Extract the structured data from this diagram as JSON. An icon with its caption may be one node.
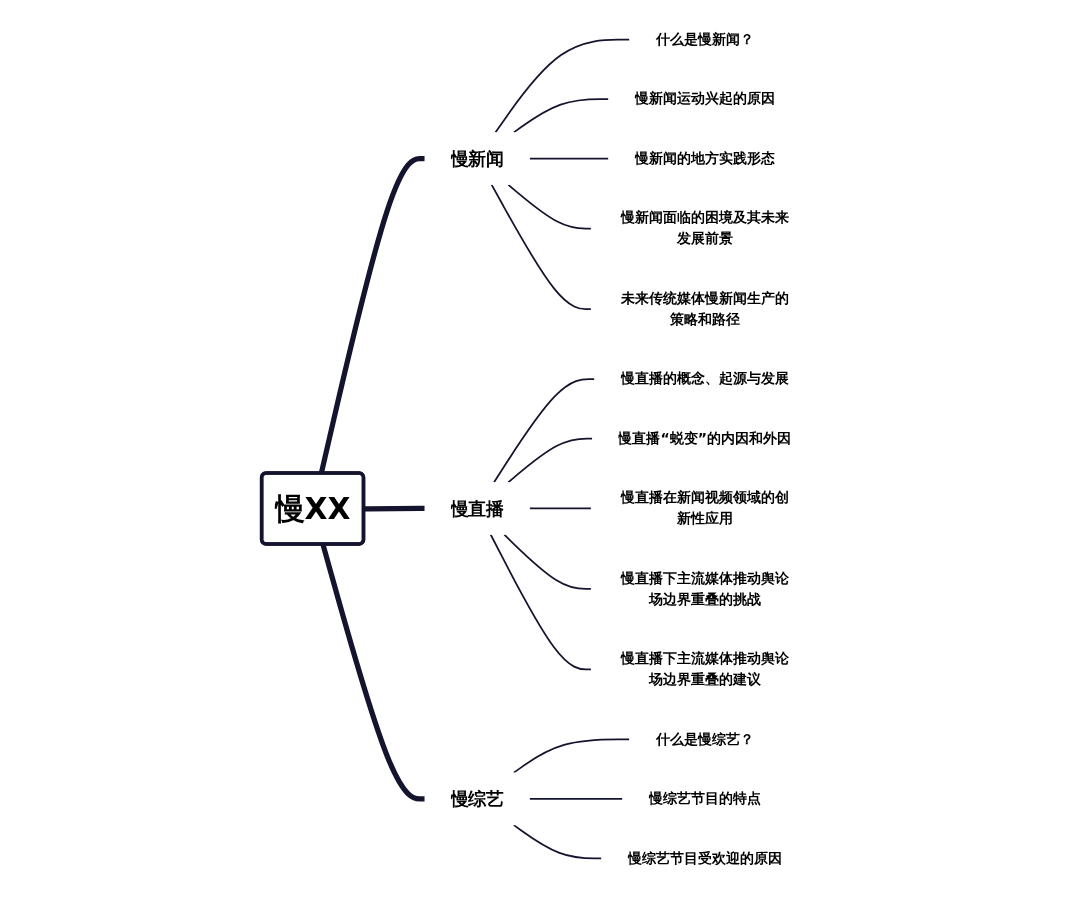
{
  "diagram": {
    "nodes": [
      {
        "text": [
          "慢XX"
        ]
      },
      {
        "text": [
          "慢新闻"
        ]
      },
      {
        "text": [
          "什么是慢新闻？"
        ]
      },
      {
        "text": [
          "慢新闻运动兴起的原因"
        ]
      },
      {
        "text": [
          "慢新闻的地方实践形态"
        ]
      },
      {
        "text": [
          "慢新闻面临的困境及其未来发展前景"
        ]
      },
      {
        "text": [
          "未来传统媒体慢新闻生产的策略和路径"
        ]
      },
      {
        "text": [
          "慢直播"
        ]
      },
      {
        "text": [
          "慢直播的概念、起源与发展"
        ]
      },
      {
        "text": [
          "慢直播“蜕变”的内因和外因"
        ]
      },
      {
        "text": [
          "慢直播在新闻视频领域的创新性应用"
        ]
      },
      {
        "text": [
          "慢直播下主流媒体推动舆论场边界重叠的挑战"
        ]
      },
      {
        "text": [
          "慢直播下主流媒体推动舆论场边界重叠的建议"
        ]
      },
      {
        "text": [
          "慢综艺"
        ]
      },
      {
        "text": [
          "什么是慢综艺？"
        ]
      },
      {
        "text": [
          "慢综艺节目的特点"
        ]
      },
      {
        "text": [
          "慢综艺节目受欢迎的原因"
        ]
      }
    ],
    "edges": [
      {
        "from": 0,
        "to": 1,
        "arrow": "none",
        "style": "thick"
      },
      {
        "from": 1,
        "to": 2,
        "arrow": "none"
      },
      {
        "from": 1,
        "to": 3,
        "arrow": "none"
      },
      {
        "from": 1,
        "to": 4,
        "arrow": "none"
      },
      {
        "from": 1,
        "to": 5,
        "arrow": "none"
      },
      {
        "from": 1,
        "to": 6,
        "arrow": "none"
      },
      {
        "from": 0,
        "to": 7,
        "arrow": "none",
        "style": "thick"
      },
      {
        "from": 7,
        "to": 8,
        "arrow": "none"
      },
      {
        "from": 7,
        "to": 9,
        "arrow": "none"
      },
      {
        "from": 7,
        "to": 10,
        "arrow": "none"
      },
      {
        "from": 7,
        "to": 11,
        "arrow": "none"
      },
      {
        "from": 7,
        "to": 12,
        "arrow": "none"
      },
      {
        "from": 0,
        "to": 13,
        "arrow": "none",
        "style": "thick"
      },
      {
        "from": 13,
        "to": 14,
        "arrow": "none"
      },
      {
        "from": 13,
        "to": 15,
        "arrow": "none"
      },
      {
        "from": 13,
        "to": 16,
        "arrow": "none"
      }
    ]
  }
}
